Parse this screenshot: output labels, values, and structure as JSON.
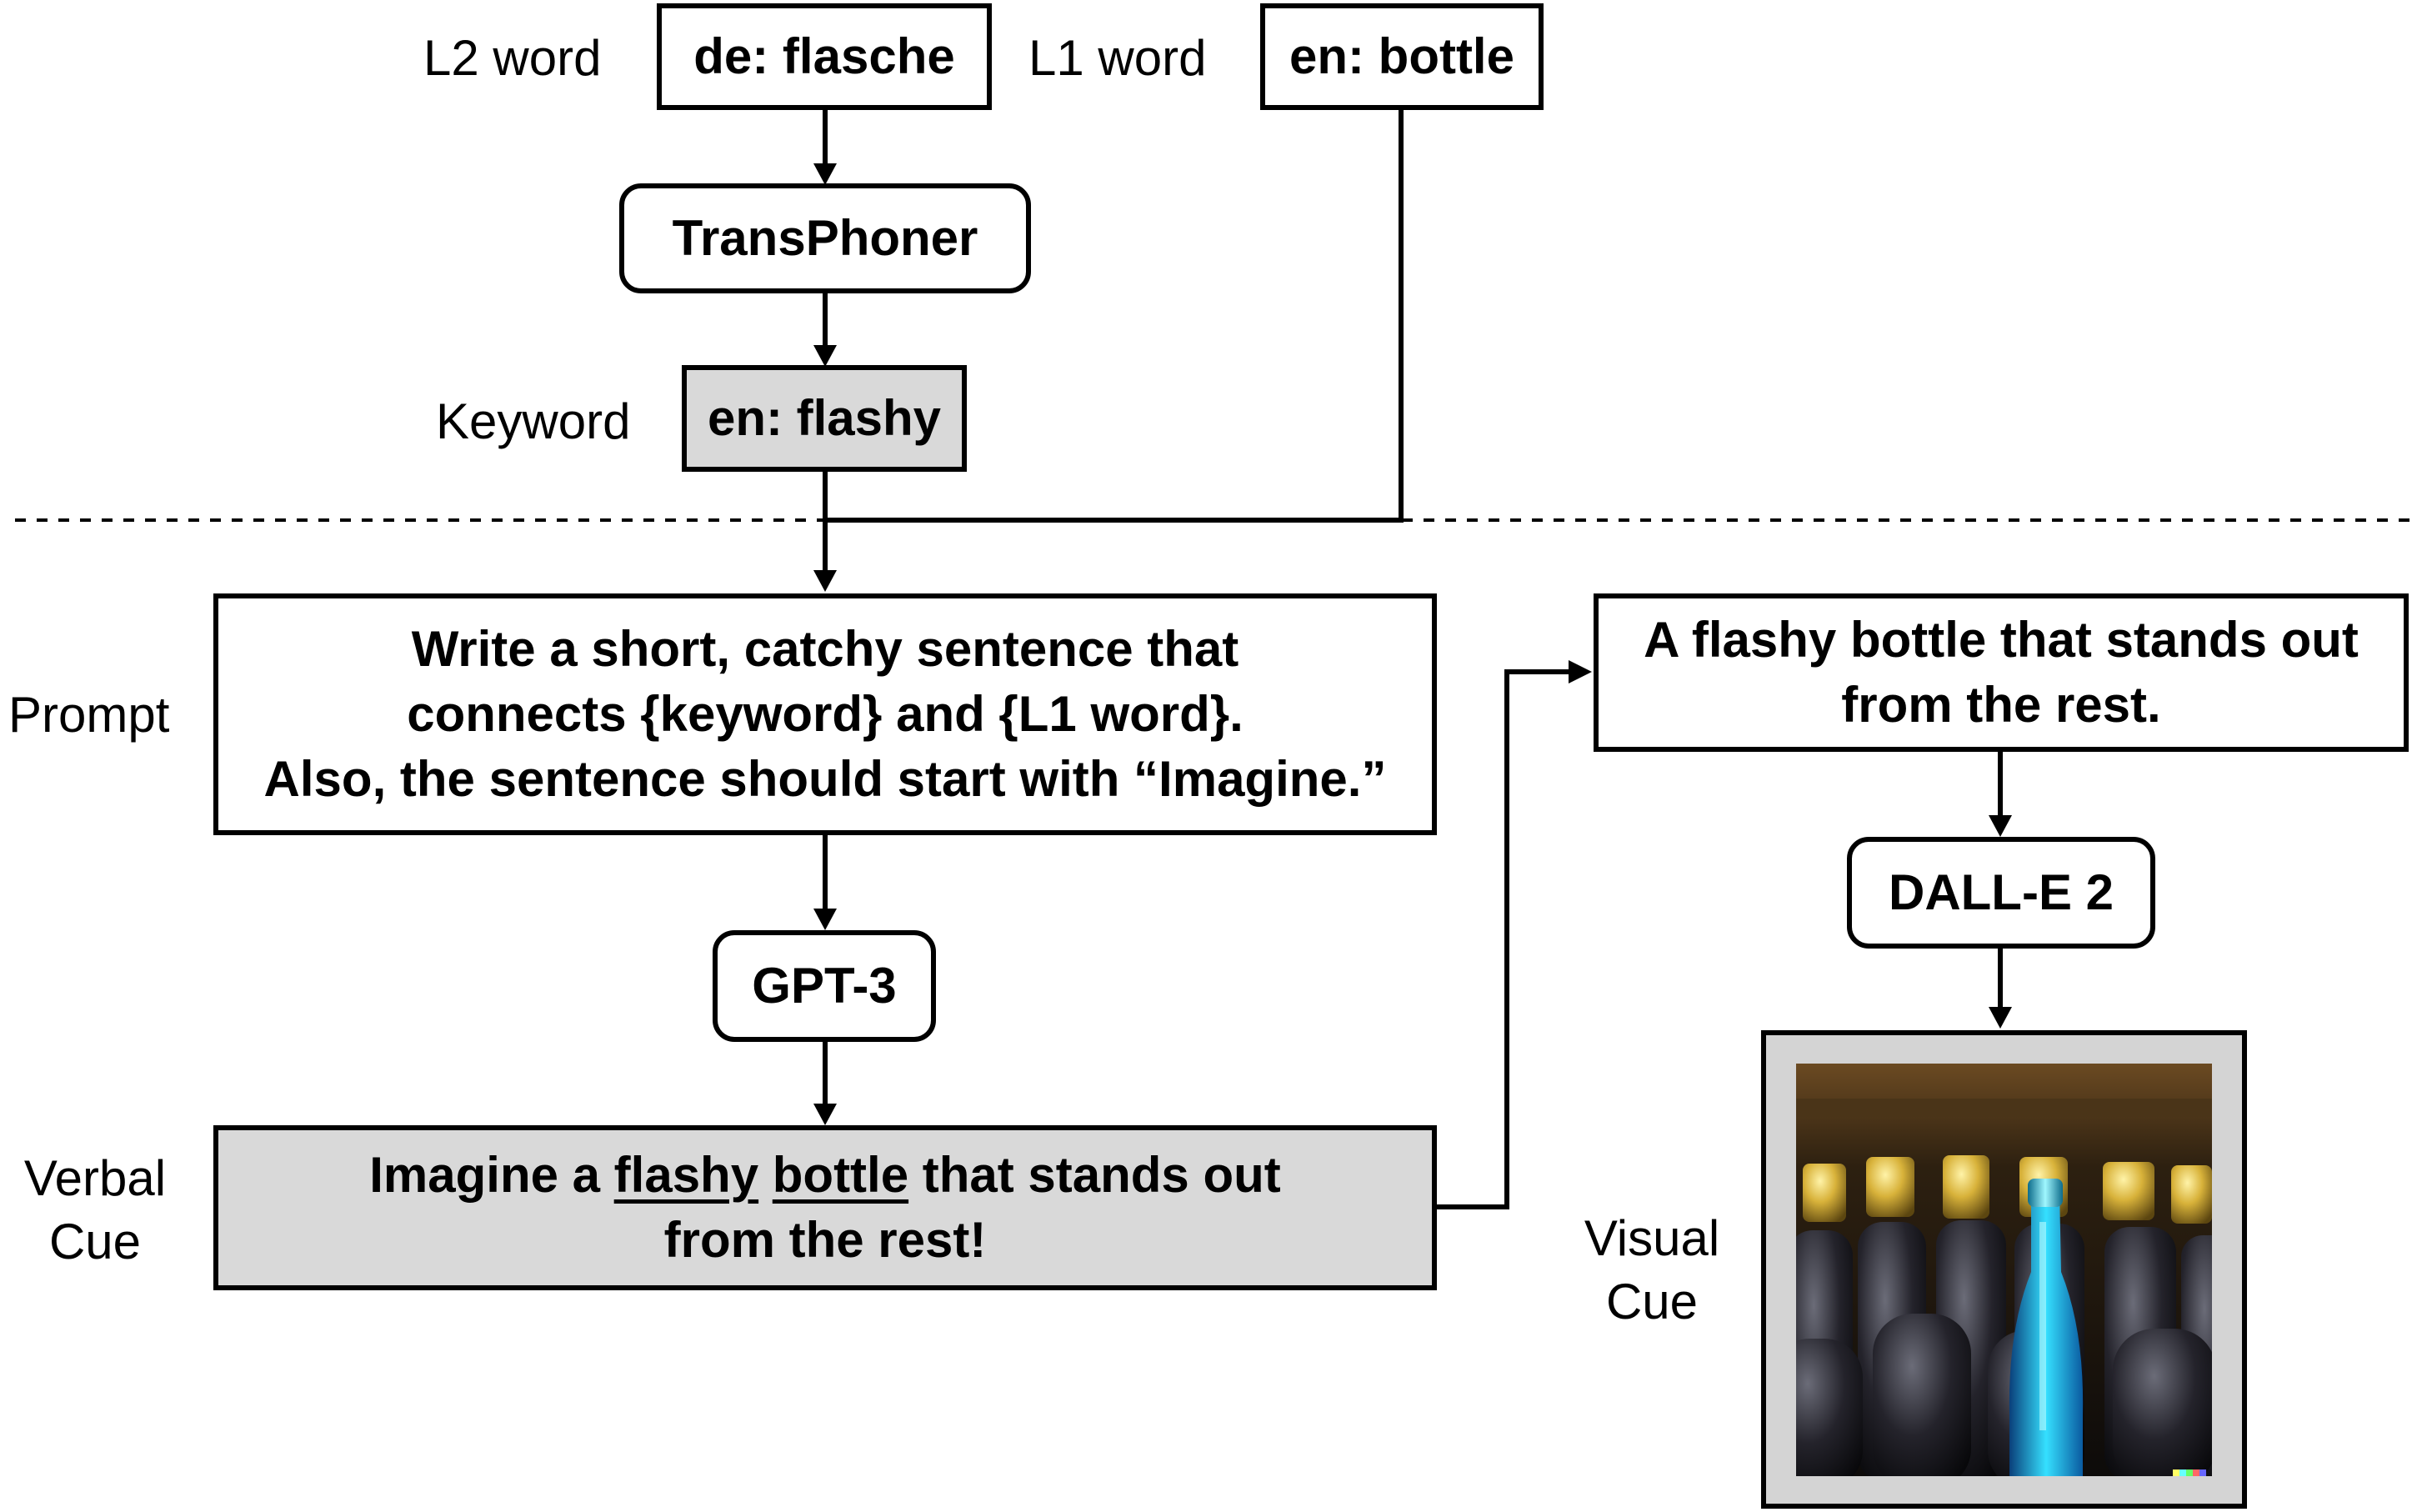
{
  "labels": {
    "l2_word": "L2 word",
    "l1_word": "L1 word",
    "keyword": "Keyword",
    "prompt": "Prompt",
    "verbal_cue": [
      "Verbal",
      "Cue"
    ],
    "visual_cue": [
      "Visual",
      "Cue"
    ]
  },
  "nodes": {
    "l2_box": "de: flasche",
    "l1_box": "en: bottle",
    "transphoner": "TransPhoner",
    "keyword_box": "en: flashy",
    "prompt_box": [
      "Write a short, catchy sentence that",
      "connects {keyword} and {L1 word}.",
      "Also, the sentence should start with “Imagine.”"
    ],
    "gpt3": "GPT-3",
    "verbal_cue_box": {
      "line1_prefix": "Imagine a ",
      "highlight1": "flashy",
      "space": " ",
      "highlight2": "bottle",
      "line1_suffix": " that stands out",
      "line2": "from the rest!"
    },
    "dalle_input": [
      "A flashy bottle that stands out",
      "from the rest."
    ],
    "dalle": "DALL-E 2"
  },
  "colors": {
    "stroke": "#000000",
    "highlight_fill": "#d9d9d9",
    "image_frame": "#d4d4d4"
  },
  "image": {
    "subject": "rows of dark wine bottles with gold caps and one glowing blue bottle"
  }
}
